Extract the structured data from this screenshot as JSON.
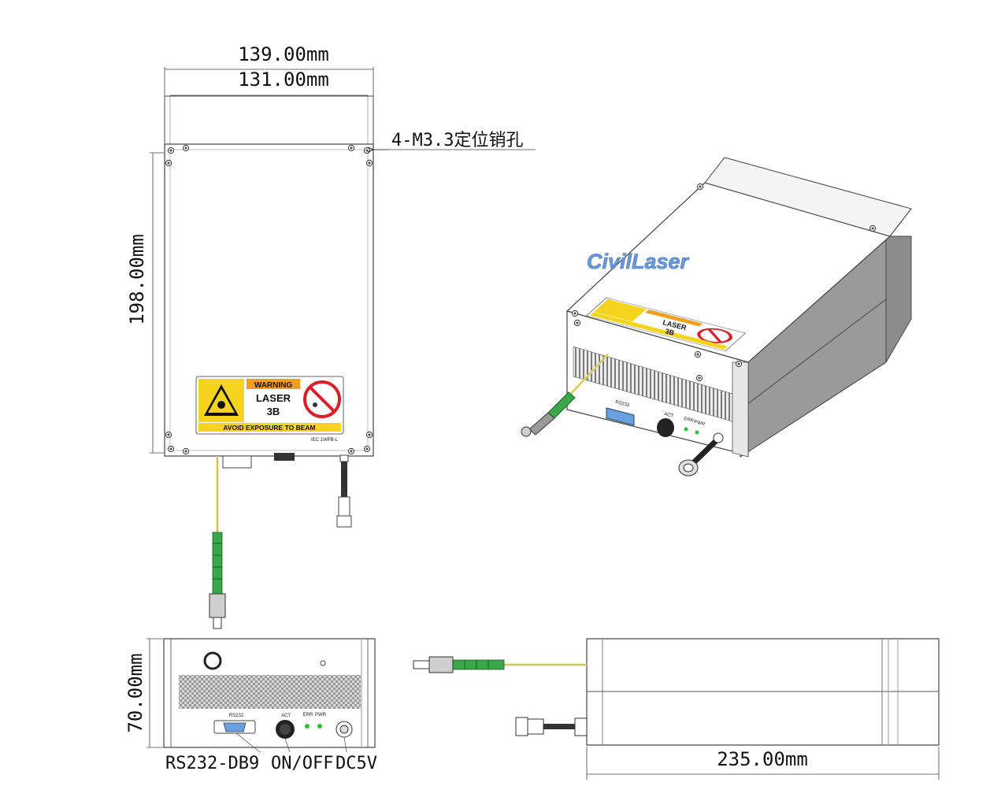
{
  "dimensions": {
    "outer_width": "139.00mm",
    "inner_width": "131.00mm",
    "height": "198.00mm",
    "depth": "70.00mm",
    "length": "235.00mm"
  },
  "callout": {
    "mounting_holes": "4-M3.3定位销孔"
  },
  "connectors": {
    "rs232": "RS232-DB9",
    "switch": "ON/OFF",
    "power": "DC5V"
  },
  "panel": {
    "rs232_small": "RS232",
    "act": "ACT",
    "err": "ERR",
    "pwr": "PWR"
  },
  "warning_label": {
    "header": "WARNING",
    "line1": "LASER",
    "line2": "3B",
    "footer": "AVOID EXPOSURE TO BEAM",
    "tag": "IEC  1WPB-L"
  },
  "brand": {
    "text": "CivilLaser",
    "color": "#6a9bd8"
  },
  "colors": {
    "fiber": "#e8e070",
    "connector": "#3aa84a",
    "label_yellow": "#f5d41e",
    "prohibit_red": "#d8222a"
  }
}
